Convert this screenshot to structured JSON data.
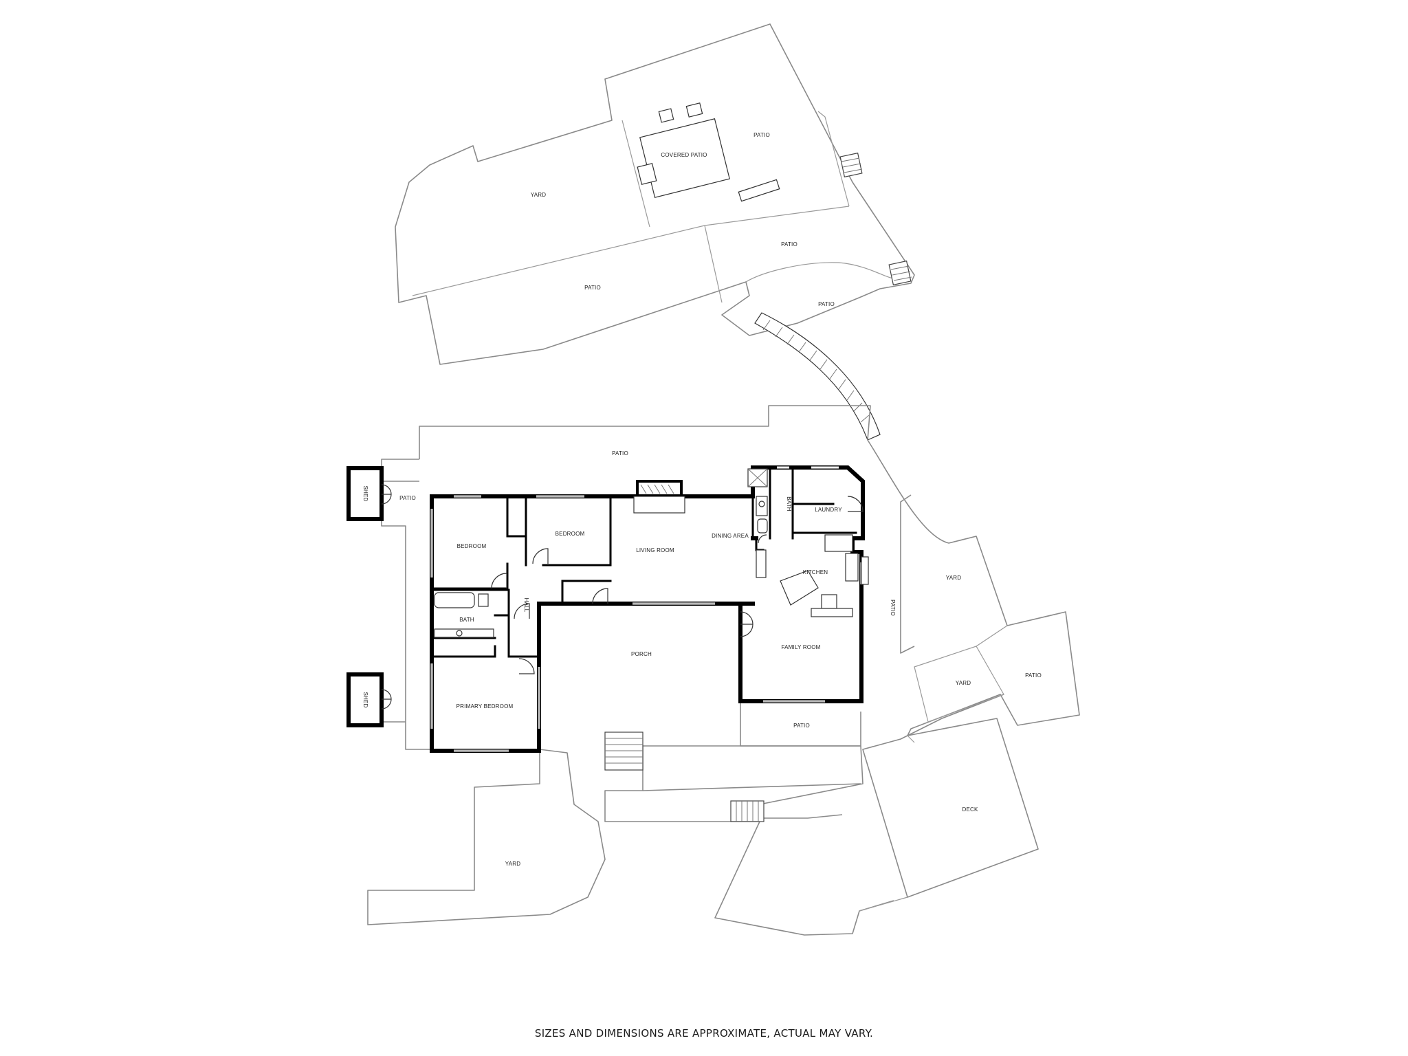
{
  "rooms": {
    "covered_patio": "COVERED PATIO",
    "patio_top_right": "PATIO",
    "yard_top": "YARD",
    "patio_top_mid": "PATIO",
    "patio_upper_big": "PATIO",
    "patio_right_small": "PATIO",
    "patio_house_top": "PATIO",
    "shed_top": "SHED",
    "patio_shed": "PATIO",
    "bedroom_left": "BEDROOM",
    "bedroom_mid": "BEDROOM",
    "living_room": "LIVING ROOM",
    "dining_area": "DINING AREA",
    "bath_right": "BATH",
    "laundry": "LAUNDRY",
    "kitchen": "KITCHEN",
    "hall": "HALL",
    "bath_left": "BATH",
    "porch": "PORCH",
    "family_room": "FAMILY ROOM",
    "patio_side": "PATIO",
    "yard_right": "YARD",
    "yard_right_low": "YARD",
    "patio_right_low": "PATIO",
    "primary_bedroom": "PRIMARY BEDROOM",
    "shed_bottom": "SHED",
    "patio_bottom": "PATIO",
    "deck": "DECK",
    "yard_bottom": "YARD"
  },
  "footer": {
    "disclaimer": "SIZES AND DIMENSIONS ARE APPROXIMATE, ACTUAL MAY VARY."
  }
}
